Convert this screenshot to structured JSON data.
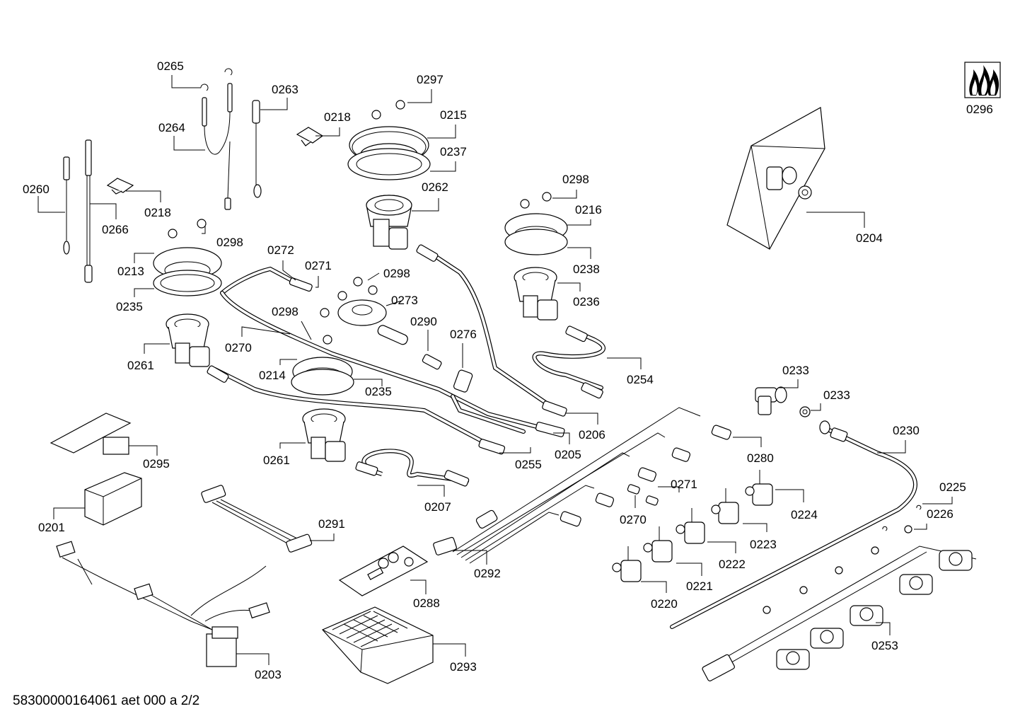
{
  "diagram": {
    "labels": {
      "l0265": "0265",
      "l0263": "0263",
      "l0264": "0264",
      "l0260": "0260",
      "l0266": "0266",
      "l0218a": "0218",
      "l0218b": "0218",
      "l0297": "0297",
      "l0215": "0215",
      "l0237": "0237",
      "l0262": "0262",
      "l0298a": "0298",
      "l0298b": "0298",
      "l0298c": "0298",
      "l0298d": "0298",
      "l0213": "0213",
      "l0235a": "0235",
      "l0235b": "0235",
      "l0272": "0272",
      "l0271a": "0271",
      "l0271b": "0271",
      "l0273": "0273",
      "l0290": "0290",
      "l0276": "0276",
      "l0216": "0216",
      "l0238": "0238",
      "l0236": "0236",
      "l0254": "0254",
      "l0204": "0204",
      "l0296": "0296",
      "l0270a": "0270",
      "l0270b": "0270",
      "l0214": "0214",
      "l0261a": "0261",
      "l0261b": "0261",
      "l0206": "0206",
      "l0205": "0205",
      "l0255": "0255",
      "l0207": "0207",
      "l0233a": "0233",
      "l0233b": "0233",
      "l0230": "0230",
      "l0280": "0280",
      "l0225": "0225",
      "l0226": "0226",
      "l0224": "0224",
      "l0223": "0223",
      "l0222": "0222",
      "l0221": "0221",
      "l0220": "0220",
      "l0253": "0253",
      "l0295": "0295",
      "l0201": "0201",
      "l0291": "0291",
      "l0292": "0292",
      "l0288": "0288",
      "l0293": "0293",
      "l0203": "0203"
    },
    "footer": "58300000164061 aet 000 a 2/2"
  }
}
